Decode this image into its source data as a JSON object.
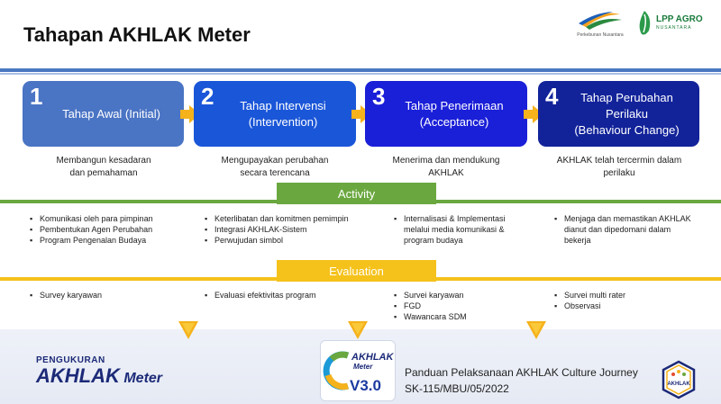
{
  "title": "Tahapan AKHLAK Meter",
  "logos": {
    "pn_text": "Perkebunan Nusantara",
    "lpp_text": "LPP AGRO",
    "lpp_sub": "NUSANTARA"
  },
  "steps": [
    {
      "number": "1",
      "label": "Tahap Awal (Initial)",
      "description": "Membangun kesadaran\ndan pemahaman"
    },
    {
      "number": "2",
      "label": "Tahap Intervensi\n(Intervention)",
      "description": "Mengupayakan perubahan\nsecara terencana"
    },
    {
      "number": "3",
      "label": "Tahap Penerimaan\n(Acceptance)",
      "description": "Menerima dan mendukung\nAKHLAK"
    },
    {
      "number": "4",
      "label": "Tahap Perubahan\nPerilaku\n(Behaviour Change)",
      "description": "AKHLAK telah tercermin dalam\nperilaku"
    }
  ],
  "activity": {
    "label": "Activity",
    "columns": [
      [
        "Komunikasi oleh para pimpinan",
        "Pembentukan Agen Perubahan",
        "Program Pengenalan Budaya"
      ],
      [
        "Keterlibatan dan komitmen pemimpin",
        "Integrasi AKHLAK-Sistem",
        "Perwujudan simbol"
      ],
      [
        "Internalisasi & Implementasi melalui media komunikasi & program budaya"
      ],
      [
        "Menjaga dan memastikan AKHLAK dianut dan dipedomani dalam bekerja"
      ]
    ]
  },
  "evaluation": {
    "label": "Evaluation",
    "columns": [
      [
        "Survey karyawan"
      ],
      [
        "Evaluasi efektivitas program"
      ],
      [
        "Survei karyawan",
        "FGD",
        "Wawancara SDM"
      ],
      [
        "Survei multi rater",
        "Observasi"
      ]
    ]
  },
  "footer": {
    "brand_small": "PENGUKURAN",
    "brand_big": "AKHLAK",
    "brand_meter": "Meter",
    "v3_akhlak": "AKHLAK",
    "v3_meter": "Meter",
    "v3_version": "V3.0",
    "guide_line1": "Panduan Pelaksanaan AKHLAK Culture Journey",
    "guide_line2": "SK-115/MBU/05/2022",
    "badge_text": "AKHLAK"
  },
  "colors": {
    "step1": "#4a74c4",
    "step2": "#1a56d8",
    "step3": "#1a1fd8",
    "step4": "#12239a",
    "arrow": "#f5b21b",
    "activity": "#6aa83f",
    "evaluation": "#f5c21b",
    "topline": "#4a78c2"
  }
}
